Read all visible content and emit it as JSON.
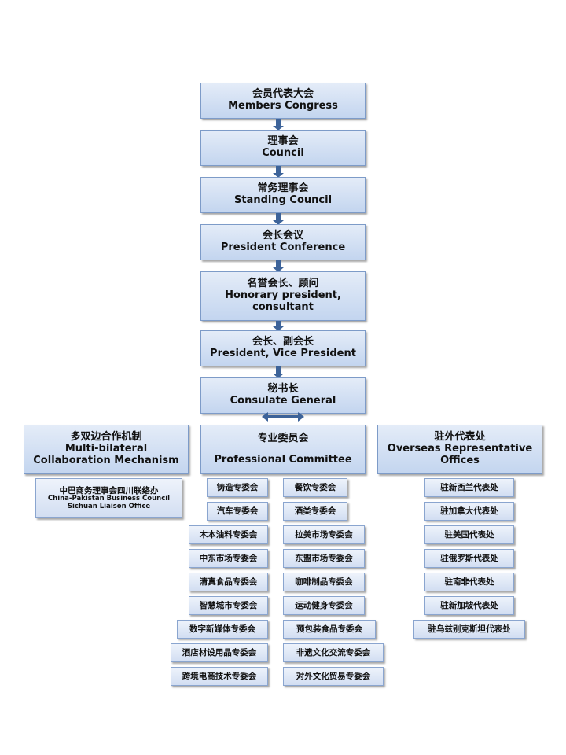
{
  "chain": [
    {
      "cn": "会员代表大会",
      "en": "Members Congress"
    },
    {
      "cn": "理事会",
      "en": "Council"
    },
    {
      "cn": "常务理事会",
      "en": "Standing Council"
    },
    {
      "cn": "会长会议",
      "en": "President Conference"
    },
    {
      "cn": "名誉会长、顾问",
      "en": "Honorary president,",
      "en2": "consultant"
    },
    {
      "cn": "会长、副会长",
      "en": "President, Vice President"
    },
    {
      "cn": "秘书长",
      "en": "Consulate General"
    }
  ],
  "left": {
    "cn": "多双边合作机制",
    "en": "Multi-bilateral",
    "en2": "Collaboration Mechanism",
    "liaison": {
      "cn": "中巴商务理事会四川联络办",
      "en": "China-Pakistan Business Council",
      "en2": "Sichuan Liaison Office"
    }
  },
  "center": {
    "cn": "专业委员会",
    "en": "Professional Committee",
    "left_col": [
      "铸造专委会",
      "汽车专委会",
      "木本油料专委会",
      "中东市场专委会",
      "清真食品专委会",
      "智慧城市专委会",
      "数字新媒体专委会",
      "酒店材设用品专委会",
      "跨境电商技术专委会"
    ],
    "right_col": [
      "餐饮专委会",
      "酒类专委会",
      "拉美市场专委会",
      "东盟市场专委会",
      "咖啡制品专委会",
      "运动健身专委会",
      "预包装食品专委会",
      "非遗文化交流专委会",
      "对外文化贸易专委会"
    ]
  },
  "right": {
    "cn": "驻外代表处",
    "en": "Overseas Representative",
    "en2": "Offices",
    "offices": [
      "驻新西兰代表处",
      "驻加拿大代表处",
      "驻美国代表处",
      "驻俄罗斯代表处",
      "驻南非代表处",
      "驻新加坡代表处",
      "驻乌兹别克斯坦代表处"
    ]
  }
}
